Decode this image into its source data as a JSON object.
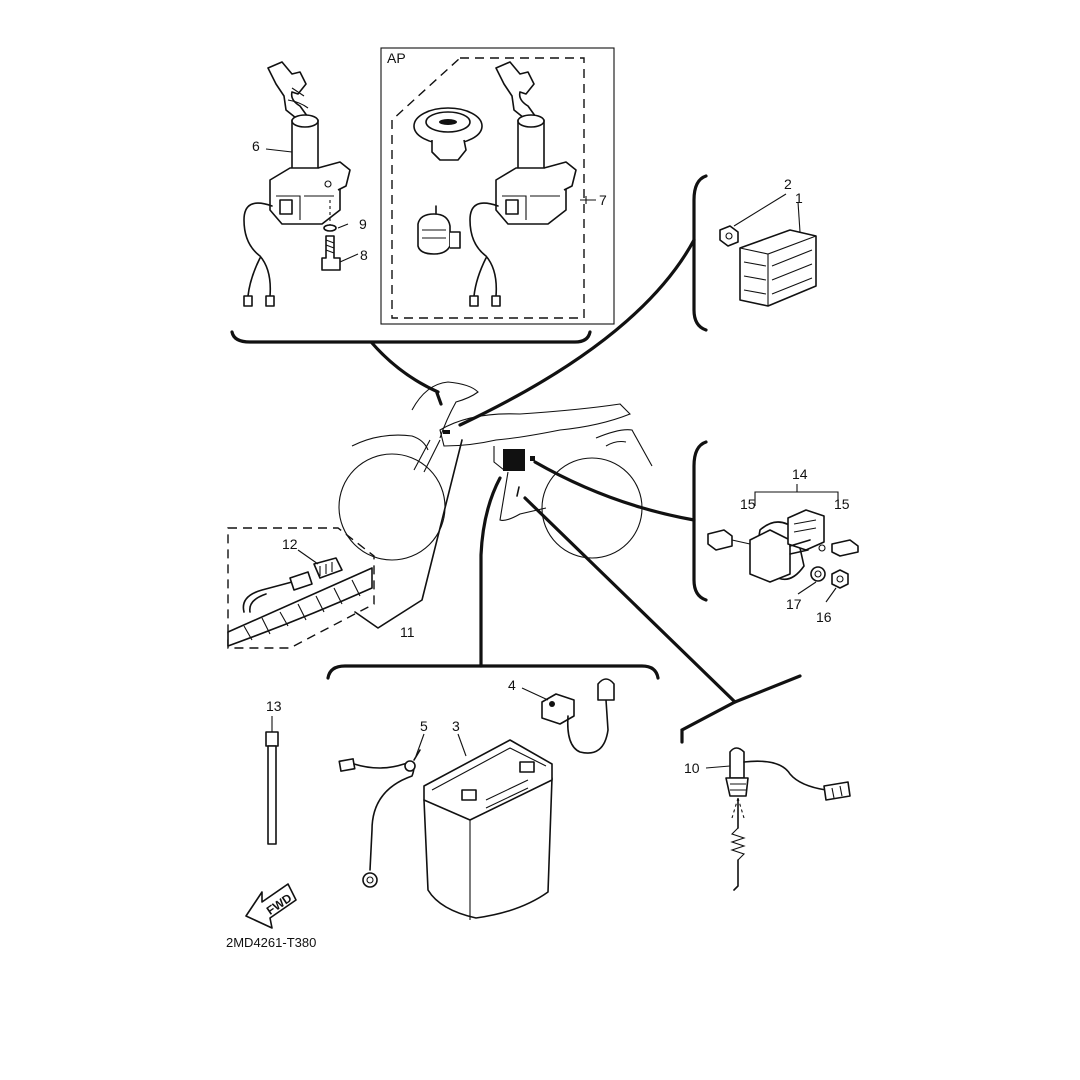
{
  "diagram": {
    "ap_label": "AP",
    "fwd_label": "FWD",
    "drawing_code": "2MD4261-T380",
    "callouts": {
      "c1": "1",
      "c2": "2",
      "c3": "3",
      "c4": "4",
      "c5": "5",
      "c6": "6",
      "c7": "7",
      "c8": "8",
      "c9": "9",
      "c10": "10",
      "c11": "11",
      "c12": "12",
      "c13": "13",
      "c14": "14",
      "c15a": "15",
      "c15b": "15",
      "c16": "16",
      "c17": "17"
    }
  }
}
